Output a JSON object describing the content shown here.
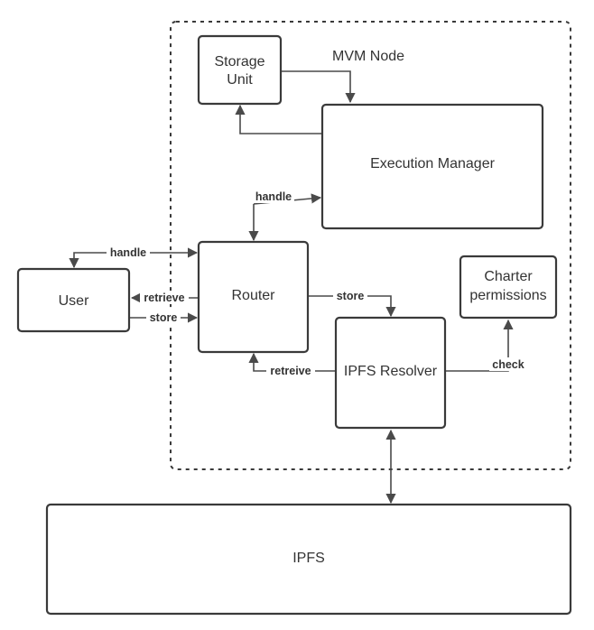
{
  "diagram": {
    "container_label": "MVM Node",
    "nodes": {
      "storage_unit": [
        "Storage",
        "Unit"
      ],
      "execution_manager": "Execution Manager",
      "router": "Router",
      "user": "User",
      "charter_permissions": [
        "Charter",
        "permissions"
      ],
      "ipfs_resolver": "IPFS Resolver",
      "ipfs": "IPFS"
    },
    "edges": {
      "router_exec_handle": "handle",
      "user_router_handle": "handle",
      "router_user_retrieve": "retrieve",
      "user_router_store": "store",
      "router_resolver_store": "store",
      "resolver_router_retreive": "retreive",
      "resolver_charter_check": "check"
    }
  }
}
